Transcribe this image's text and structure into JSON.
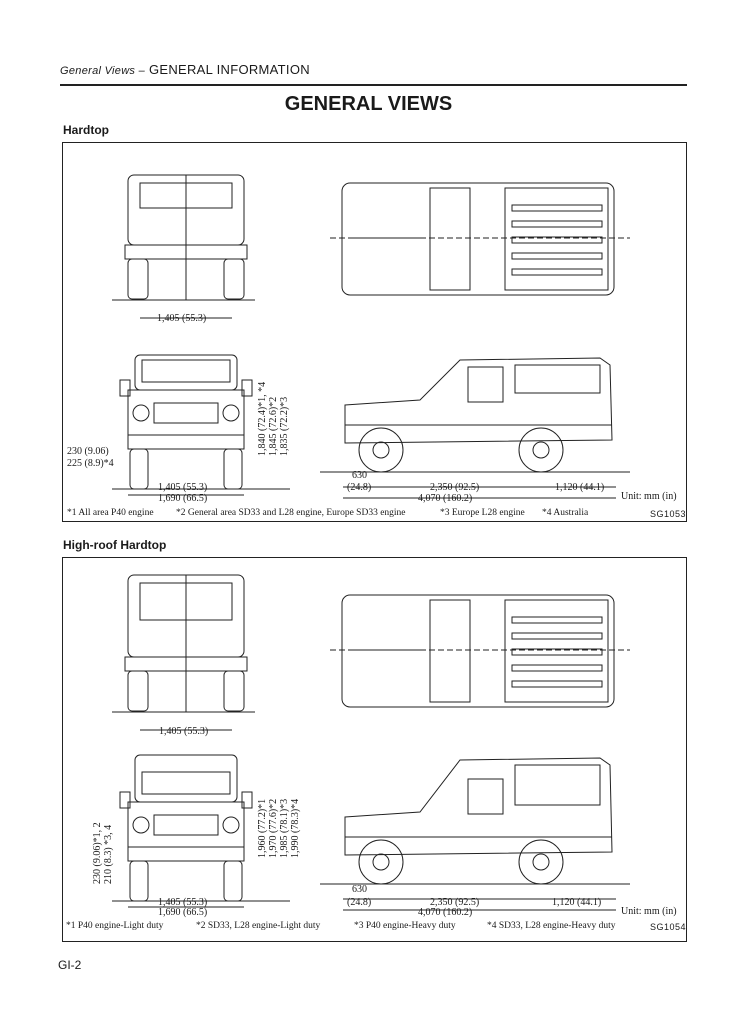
{
  "header": {
    "section_italic": "General Views –",
    "section": "GENERAL INFORMATION"
  },
  "title": "GENERAL VIEWS",
  "page_number": "GI-2",
  "hardtop": {
    "heading": "Hardtop",
    "rear_tread": "1,405 (55.3)",
    "front_tread": "1,405 (55.3)",
    "overall_width": "1,690 (66.5)",
    "ground_clearance": [
      "230 (9.06)",
      "225 (8.9)*4"
    ],
    "heights": [
      "1,840 (72.4)*1, *4",
      "1,845 (72.6)*2",
      "1,835 (72.2)*3"
    ],
    "front_overhang": "630",
    "front_overhang_in": "(24.8)",
    "wheelbase": "2,350 (92.5)",
    "rear_overhang": "1,120 (44.1)",
    "overall_length": "4,070 (160.2)",
    "unit": "Unit:  mm (in)",
    "footnotes": [
      "*1  All area P40 engine",
      "*2  General area SD33 and L28 engine, Europe SD33 engine",
      "*3  Europe L28 engine",
      "*4  Australia"
    ],
    "code": "SG1053"
  },
  "highroof": {
    "heading": "High-roof Hardtop",
    "rear_tread": "1,405 (55.3)",
    "front_tread": "1,405 (55.3)",
    "overall_width": "1,690 (66.5)",
    "ground_clearance": [
      "230 (9.06)*1, 2",
      "210 (8.3) *3, 4"
    ],
    "heights": [
      "1,960 (77.2)*1",
      "1,970 (77.6)*2",
      "1,985 (78.1)*3",
      "1,990 (78.3)*4"
    ],
    "front_overhang": "630",
    "front_overhang_in": "(24.8)",
    "wheelbase": "2,350 (92.5)",
    "rear_overhang": "1,120 (44.1)",
    "overall_length": "4,070 (160.2)",
    "unit": "Unit:  mm (in)",
    "footnotes": [
      "*1  P40 engine-Light duty",
      "*2  SD33, L28 engine-Light duty",
      "*3  P40 engine-Heavy duty",
      "*4  SD33, L28 engine-Heavy duty"
    ],
    "code": "SG1054"
  }
}
